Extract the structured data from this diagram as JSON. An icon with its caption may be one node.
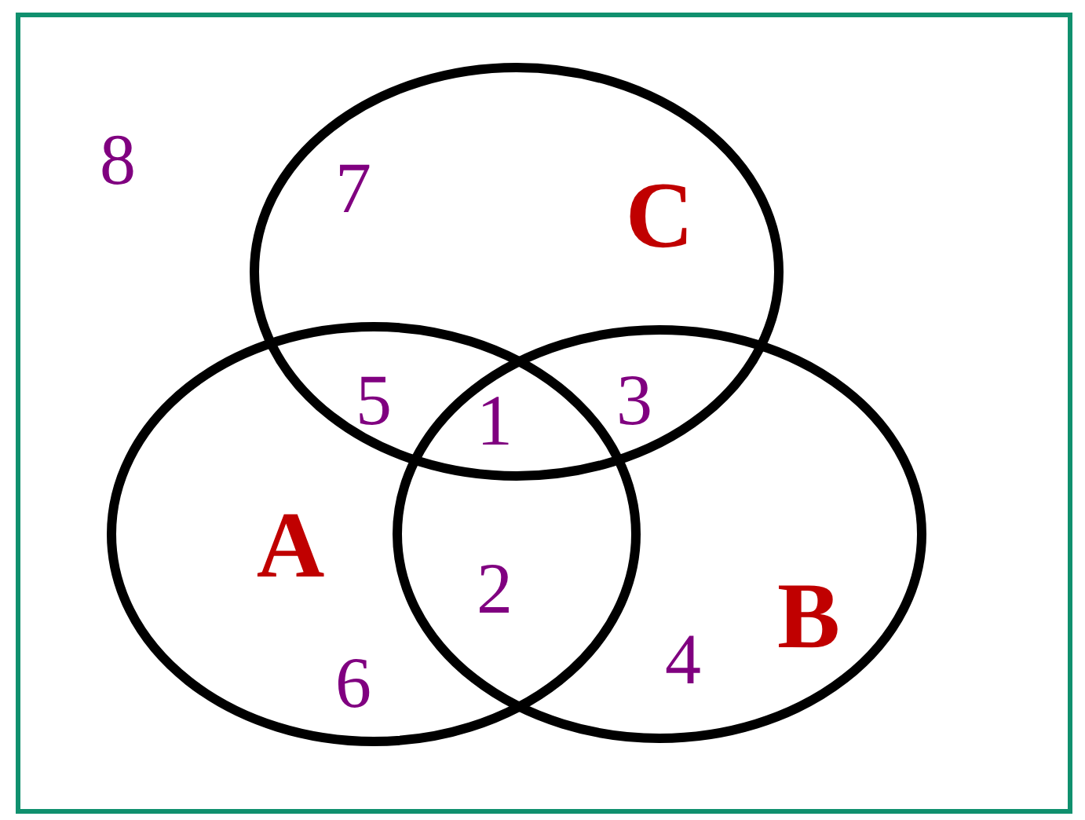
{
  "diagram": {
    "nodes": [
      {
        "text": [],
        "shape": "box"
      },
      {
        "text": [
          "C"
        ],
        "in": 0
      },
      {
        "text": [
          "A"
        ],
        "in": 0
      },
      {
        "text": [
          "B"
        ],
        "in": 0
      }
    ],
    "labels": [
      "8",
      "7",
      "5",
      "1",
      "3",
      "2",
      "4",
      "6"
    ]
  }
}
